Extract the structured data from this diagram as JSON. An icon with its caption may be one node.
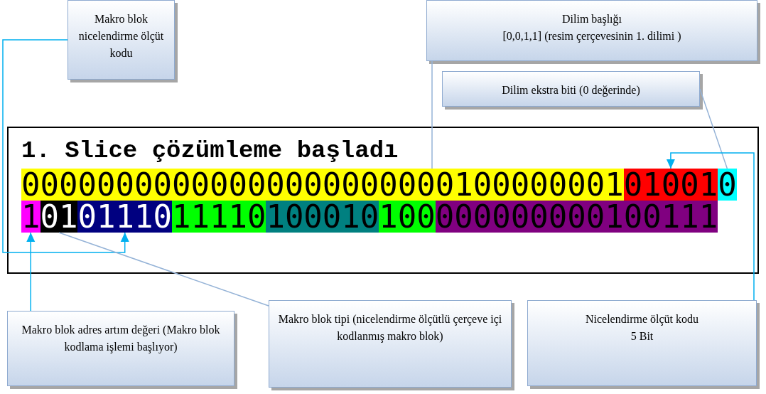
{
  "diagram": {
    "nodes": [
      {
        "text": [
          "Makro blok nicelendirme ölçüt kodu"
        ]
      },
      {
        "text": [
          "Dilim başlığı",
          "[0,0,1,1] (resim çerçevesinin 1. dilimi )"
        ]
      },
      {
        "text": [
          "Dilim ekstra biti (0 değerinde)"
        ]
      },
      {
        "text": [
          "1. Slice çözümleme başladı"
        ]
      },
      {
        "text": [
          "00000000000000000000000100000001"
        ],
        "in": 3
      },
      {
        "text": [
          "01001"
        ],
        "in": 3
      },
      {
        "text": [
          "0"
        ],
        "in": 3
      },
      {
        "text": [
          "1"
        ],
        "in": 3
      },
      {
        "text": [
          "01"
        ],
        "in": 3
      },
      {
        "text": [
          "01110"
        ],
        "in": 3
      },
      {
        "text": [
          "11110"
        ],
        "in": 3
      },
      {
        "text": [
          "100010"
        ],
        "in": 3
      },
      {
        "text": [
          "100"
        ],
        "in": 3
      },
      {
        "text": [
          "000000000100111"
        ],
        "in": 3
      },
      {
        "text": [
          "Makro blok adres artım değeri (Makro blok kodlama işlemi başlıyor)"
        ]
      },
      {
        "text": [
          "Makro blok tipi (nicelendirme ölçütlü çerçeve içi kodlanmış makro blok)"
        ]
      },
      {
        "text": [
          "Nicelendirme ölçüt kodu",
          "5 Bit"
        ]
      }
    ],
    "edges": [
      {
        "from": 0,
        "to": 9,
        "arrow": "to",
        "color": "#00b0f0"
      },
      {
        "from": 1,
        "to": 4,
        "arrow": "none",
        "color": "#95b3d7"
      },
      {
        "from": 2,
        "to": 6,
        "arrow": "none",
        "color": "#95b3d7"
      },
      {
        "from": 14,
        "to": 7,
        "arrow": "to",
        "color": "#00b0f0"
      },
      {
        "from": 15,
        "to": 8,
        "arrow": "none",
        "color": "#95b3d7"
      },
      {
        "from": 16,
        "to": 5,
        "arrow": "to",
        "color": "#00b0f0"
      }
    ]
  }
}
